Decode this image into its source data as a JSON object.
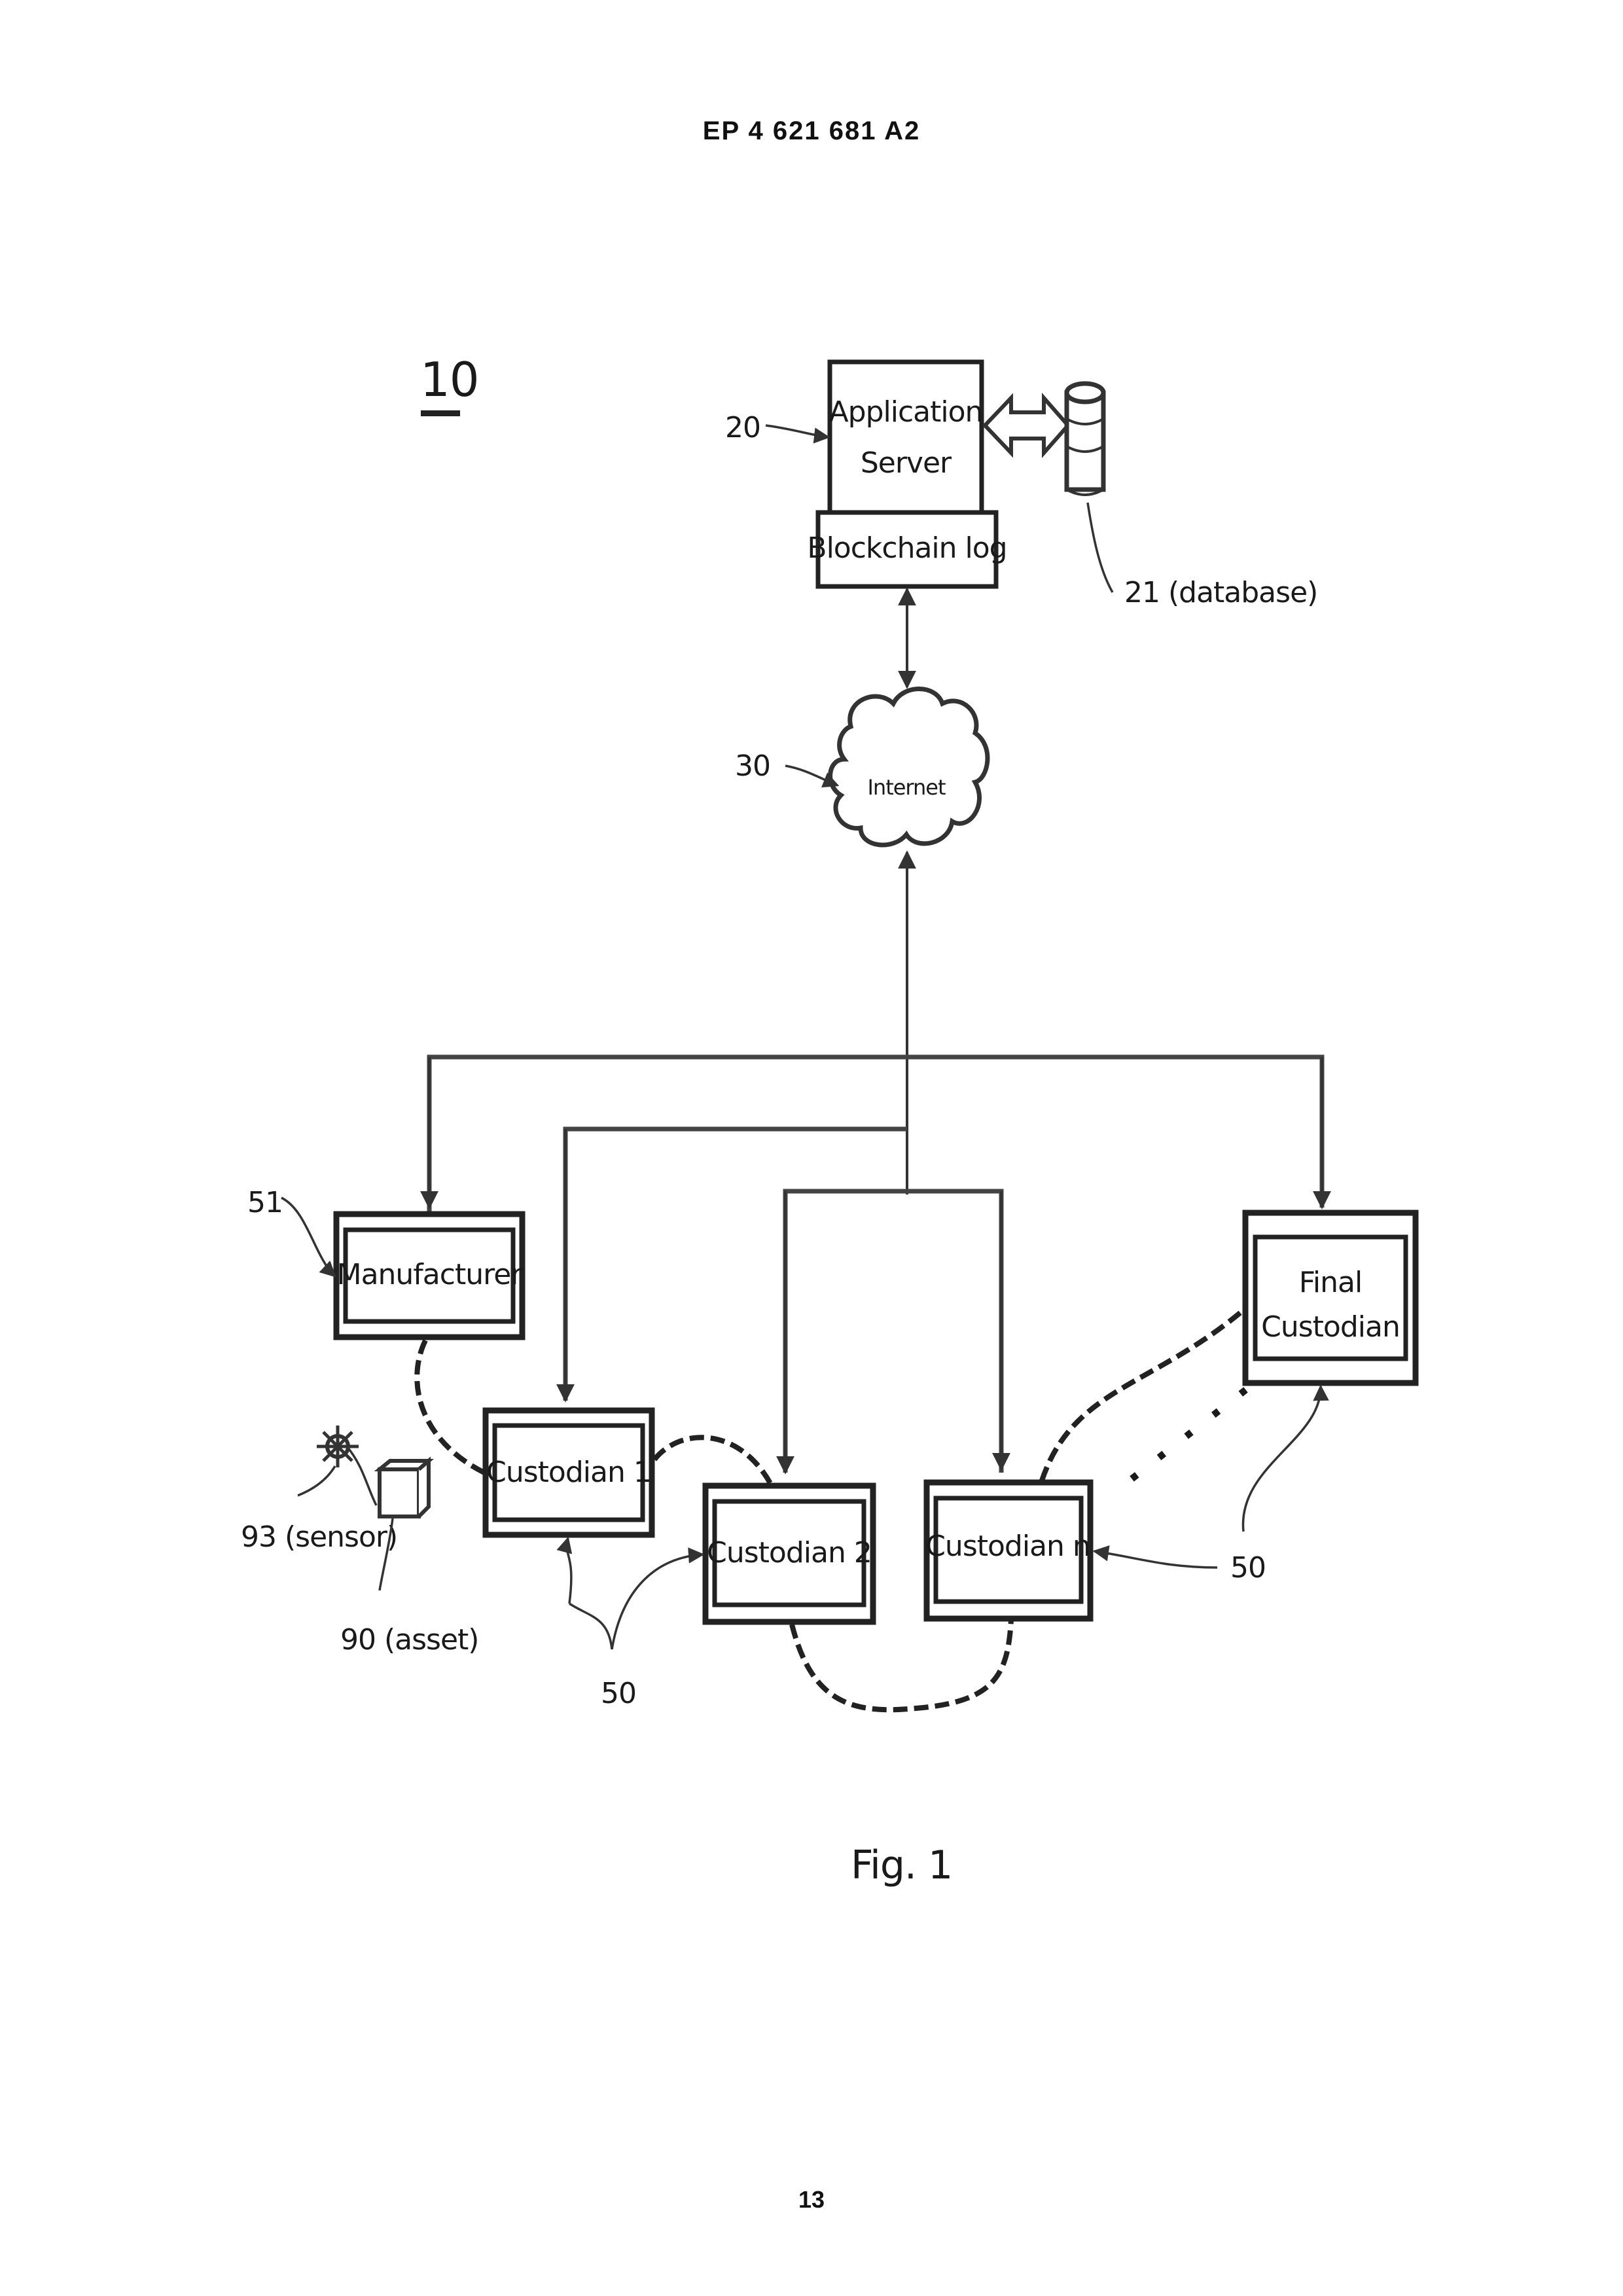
{
  "header": {
    "publication_number": "EP 4 621 681 A2"
  },
  "figure": {
    "system_ref": "10",
    "caption": "Fig. 1",
    "nodes": {
      "application_server": {
        "ref": "20",
        "label_line1": "Application",
        "label_line2": "Server"
      },
      "blockchain_log": {
        "label": "Blockchain log"
      },
      "database": {
        "ref_label": "21 (database)"
      },
      "internet": {
        "ref": "30",
        "label": "Internet"
      },
      "manufacturer": {
        "ref": "51",
        "label": "Manufacturer"
      },
      "custodian_1": {
        "label": "Custodian 1"
      },
      "custodian_2": {
        "label": "Custodian 2"
      },
      "custodian_n": {
        "label": "Custodian n"
      },
      "final_custodian": {
        "label_line1": "Final",
        "label_line2": "Custodian"
      },
      "sensor": {
        "ref_label": "93 (sensor)"
      },
      "asset": {
        "ref_label": "90 (asset)"
      },
      "custodian_group_ref_a": "50",
      "custodian_group_ref_b": "50",
      "custodian_group_ref_c": "50"
    },
    "ellipsis": "· · · · ·"
  },
  "footer": {
    "page_number": "13"
  }
}
